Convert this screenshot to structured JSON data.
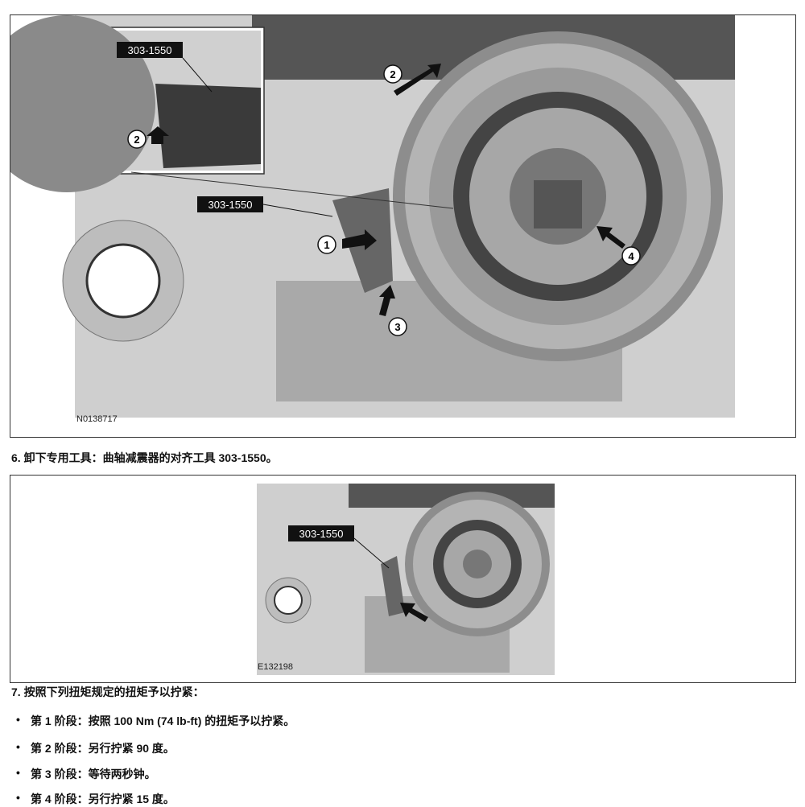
{
  "figure1": {
    "id": "N0138717",
    "tool_label_inset": "303-1550",
    "tool_label_main": "303-1550",
    "callouts": [
      "1",
      "2",
      "2",
      "3",
      "4"
    ]
  },
  "step6": {
    "text": "6. 卸下专用工具：曲轴减震器的对齐工具 303-1550。"
  },
  "figure2": {
    "id": "E132198",
    "tool_label": "303-1550"
  },
  "step7": {
    "text": "7. 按照下列扭矩规定的扭矩予以拧紧：",
    "bullets": [
      "第 1 阶段：按照 100 Nm (74 lb-ft) 的扭矩予以拧紧。",
      "第 2 阶段：另行拧紧 90 度。",
      "第 3 阶段：等待两秒钟。",
      "第 4 阶段：另行拧紧 15 度。"
    ]
  }
}
